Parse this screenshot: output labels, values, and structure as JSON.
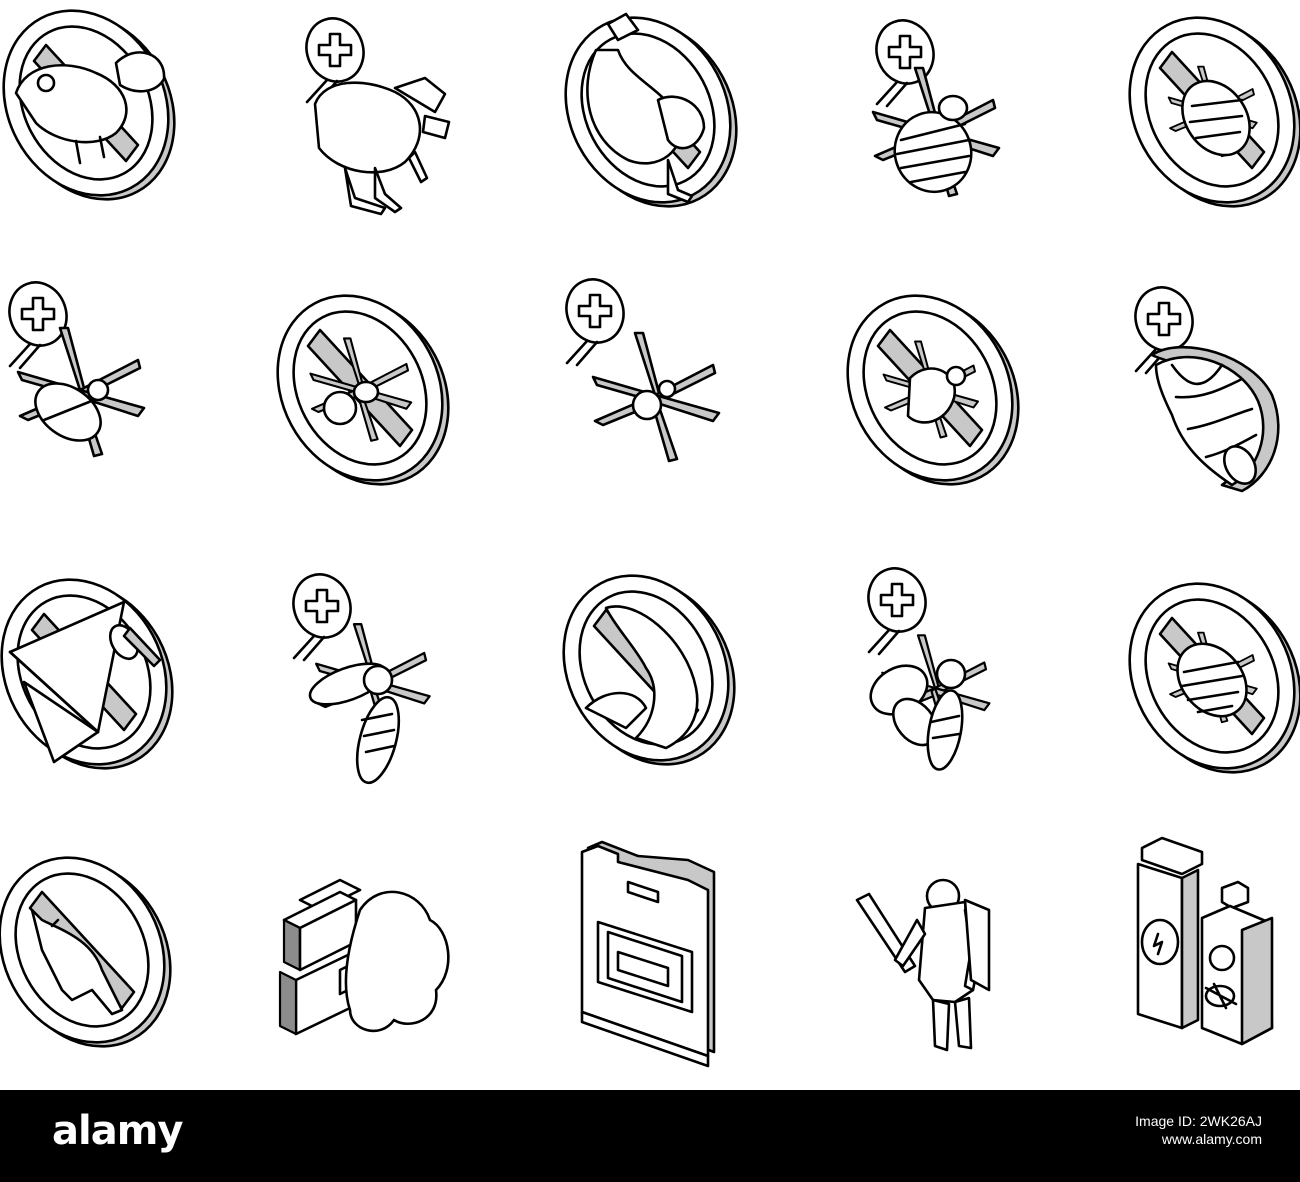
{
  "watermark": {
    "logo_text": "alamy",
    "image_id_line": "Image ID: 2WK26AJ",
    "site_line": "www.alamy.com"
  },
  "palette": {
    "line": "#000000",
    "shade": "#c8c8c8",
    "dark": "#8c8c8c",
    "background": "#ffffff",
    "bar": "#000000"
  },
  "icons": [
    {
      "name": "no-rodent-icon",
      "kind": "ban",
      "subject": "rat"
    },
    {
      "name": "rodent-medical-icon",
      "kind": "medical",
      "subject": "rat"
    },
    {
      "name": "no-squirrel-icon",
      "kind": "ban",
      "subject": "squirrel"
    },
    {
      "name": "tick-medical-icon",
      "kind": "medical",
      "subject": "tick"
    },
    {
      "name": "no-bedbug-icon",
      "kind": "ban",
      "subject": "bedbug"
    },
    {
      "name": "beetle-medical-icon",
      "kind": "medical",
      "subject": "beetle"
    },
    {
      "name": "no-spider-icon",
      "kind": "ban",
      "subject": "spider"
    },
    {
      "name": "spider-medical-icon",
      "kind": "medical",
      "subject": "spider"
    },
    {
      "name": "no-flea-icon",
      "kind": "ban",
      "subject": "flea"
    },
    {
      "name": "larva-medical-icon",
      "kind": "medical",
      "subject": "larva"
    },
    {
      "name": "no-moth-icon",
      "kind": "ban",
      "subject": "moth"
    },
    {
      "name": "wasp-medical-icon",
      "kind": "medical",
      "subject": "wasp"
    },
    {
      "name": "no-bird-icon",
      "kind": "ban",
      "subject": "bird"
    },
    {
      "name": "fly-medical-icon",
      "kind": "medical",
      "subject": "fly"
    },
    {
      "name": "no-beetle-icon",
      "kind": "ban",
      "subject": "beetle"
    },
    {
      "name": "no-fox-icon",
      "kind": "ban",
      "subject": "fox"
    },
    {
      "name": "fumigation-device-icon",
      "kind": "device",
      "subject": "fumigator"
    },
    {
      "name": "pesticide-canister-icon",
      "kind": "device",
      "subject": "canister"
    },
    {
      "name": "exterminator-worker-icon",
      "kind": "person",
      "subject": "worker"
    },
    {
      "name": "insecticide-spray-bottles-icon",
      "kind": "device",
      "subject": "bottles"
    }
  ]
}
